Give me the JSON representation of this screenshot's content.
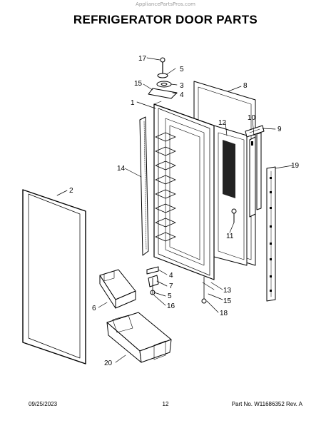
{
  "watermark": "AppliancePartsPros.com",
  "title": "REFRIGERATOR DOOR PARTS",
  "callouts": {
    "c1": "1",
    "c2": "2",
    "c3": "3",
    "c4a": "4",
    "c4b": "4",
    "c5a": "5",
    "c5b": "5",
    "c6": "6",
    "c7": "7",
    "c8": "8",
    "c9": "9",
    "c10": "10",
    "c11": "11",
    "c12": "12",
    "c13": "13",
    "c14": "14",
    "c15a": "15",
    "c15b": "15",
    "c16": "16",
    "c17": "17",
    "c18": "18",
    "c19": "19",
    "c20": "20"
  },
  "footer": {
    "date": "09/25/2023",
    "page": "12",
    "part": "Part No.  W11686352  Rev.  A"
  }
}
